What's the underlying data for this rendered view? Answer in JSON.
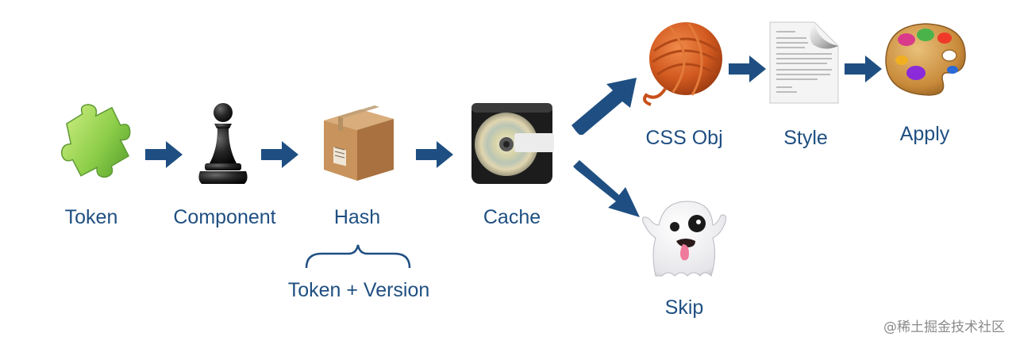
{
  "nodes": {
    "token": "Token",
    "component": "Component",
    "hash": "Hash",
    "hash_note": "Token + Version",
    "cache": "Cache",
    "css_obj": "CSS Obj",
    "style": "Style",
    "apply": "Apply",
    "skip": "Skip"
  },
  "watermark": "@稀土掘金技术社区",
  "colors": {
    "label": "#1f4f82",
    "arrow": "#1f4f82"
  },
  "icons": {
    "token": "puzzle-piece-icon",
    "component": "chess-pawn-icon",
    "hash": "package-box-icon",
    "cache": "minidisc-icon",
    "css_obj": "yarn-ball-icon",
    "style": "document-page-icon",
    "apply": "paint-palette-icon",
    "skip": "ghost-icon"
  }
}
